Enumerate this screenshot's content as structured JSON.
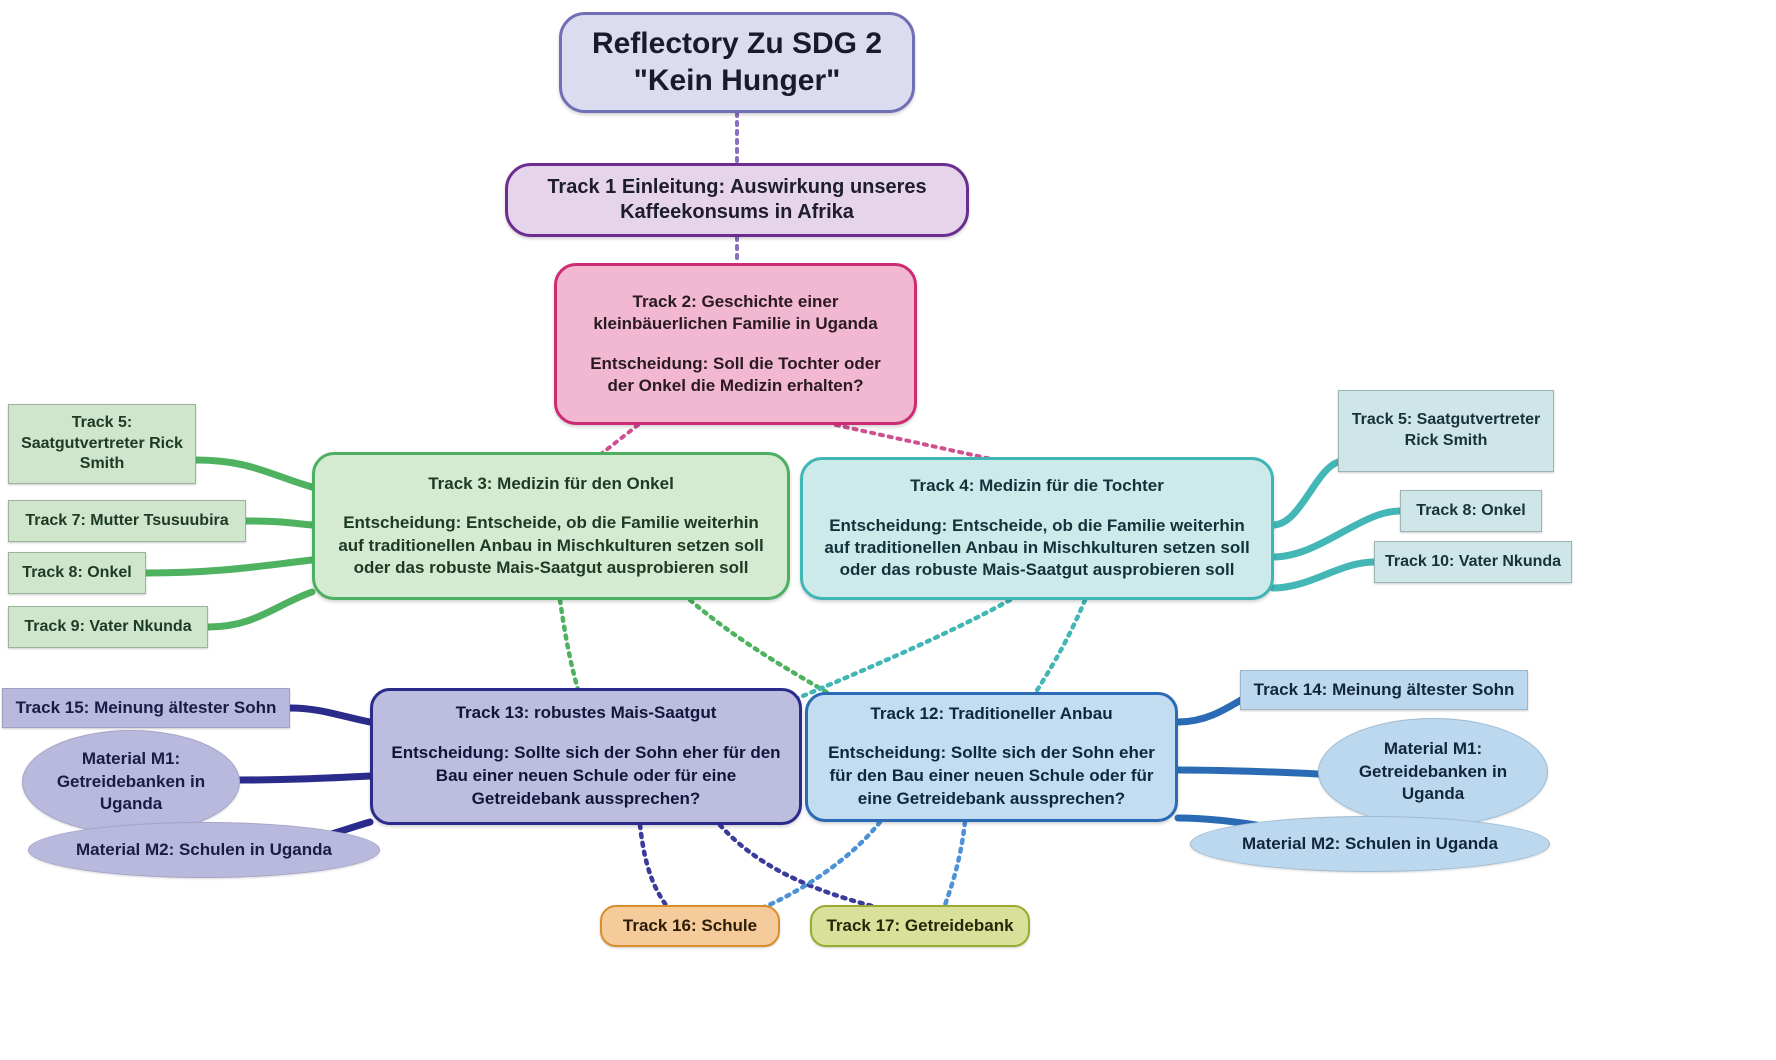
{
  "diagram": {
    "title": "Reflectory Zu SDG 2 \"Kein Hunger\"",
    "root": {
      "line1": "Reflectory Zu SDG 2",
      "line2": "\"Kein Hunger\""
    },
    "track1": {
      "line1": "Track 1 Einleitung: Auswirkung unseres",
      "line2": "Kaffeekonsums in Afrika"
    },
    "track2": {
      "heading": "Track 2: Geschichte einer kleinbäuerlichen Familie in Uganda",
      "decision": "Entscheidung: Soll die Tochter oder der Onkel die Medizin erhalten?"
    },
    "track3": {
      "heading": "Track 3: Medizin für den Onkel",
      "decision": "Entscheidung: Entscheide, ob die Familie weiterhin auf traditionellen Anbau in Mischkulturen setzen soll oder das robuste Mais-Saatgut ausprobieren soll"
    },
    "track4": {
      "heading": "Track 4: Medizin für die Tochter",
      "decision": "Entscheidung: Entscheide, ob die Familie weiterhin auf traditionellen Anbau in Mischkulturen setzen soll oder das robuste Mais-Saatgut ausprobieren soll"
    },
    "track5_left": "Track 5: Saatgutvertreter Rick Smith",
    "track7_left": "Track 7: Mutter Tsusuubira",
    "track8_left": "Track 8: Onkel",
    "track9_left": "Track 9: Vater Nkunda",
    "track5_right": "Track 5: Saatgutvertreter Rick Smith",
    "track8_right": "Track 8: Onkel",
    "track10_right": "Track 10: Vater Nkunda",
    "track13": {
      "heading": "Track 13: robustes Mais-Saatgut",
      "decision": "Entscheidung: Sollte sich der Sohn eher für den Bau einer neuen Schule oder für eine Getreidebank aussprechen?"
    },
    "track12": {
      "heading": "Track 12: Traditioneller Anbau",
      "decision": "Entscheidung: Sollte sich der Sohn eher für den Bau einer neuen Schule oder für eine Getreidebank aussprechen?"
    },
    "track15": "Track 15: Meinung ältester Sohn",
    "material_m1_left": "Material M1: Getreidebanken in Uganda",
    "material_m2_left": "Material M2: Schulen in Uganda",
    "track14": "Track 14: Meinung ältester Sohn",
    "material_m1_right": "Material M1: Getreidebanken in Uganda",
    "material_m2_right": "Material M2: Schulen in Uganda",
    "track16": "Track 16: Schule",
    "track17": "Track 17: Getreidebank",
    "colors": {
      "root_fill": "#dcdcf0",
      "root_stroke": "#6f6fb5",
      "track1_fill": "#e6d4ea",
      "track1_stroke": "#6b2d8f",
      "track2_fill": "#f2b8d2",
      "track2_stroke": "#cf2a74",
      "green_fill": "#d4ead1",
      "green_stroke": "#4caf62",
      "teal_fill": "#cdeaea",
      "teal_stroke": "#3fb5b5",
      "purple_fill": "#bdbde0",
      "purple_stroke": "#2b2b8c",
      "blue_fill": "#c2ddf2",
      "blue_stroke": "#2b6bb5",
      "orange_fill": "#f5cb9b",
      "orange_stroke": "#d98d2b",
      "olive_fill": "#d8e09a",
      "olive_stroke": "#9bab32"
    }
  }
}
